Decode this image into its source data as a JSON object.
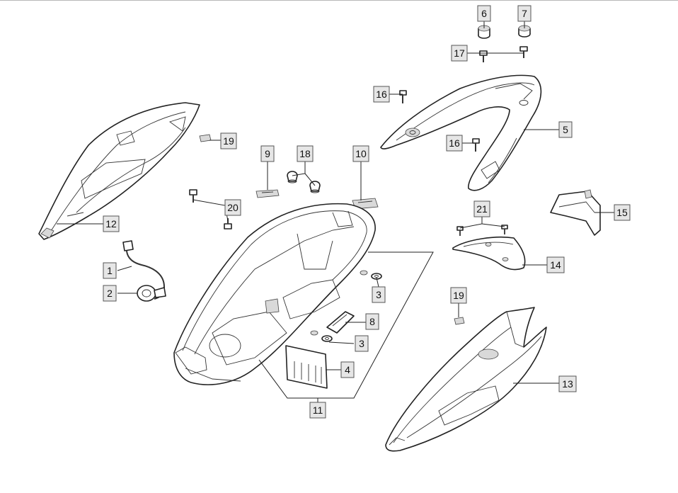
{
  "diagram": {
    "callouts": [
      {
        "id": "c6",
        "label": "6"
      },
      {
        "id": "c7",
        "label": "7"
      },
      {
        "id": "c17",
        "label": "17"
      },
      {
        "id": "c16a",
        "label": "16"
      },
      {
        "id": "c5",
        "label": "5"
      },
      {
        "id": "c16b",
        "label": "16"
      },
      {
        "id": "c19a",
        "label": "19"
      },
      {
        "id": "c9",
        "label": "9"
      },
      {
        "id": "c18",
        "label": "18"
      },
      {
        "id": "c10",
        "label": "10"
      },
      {
        "id": "c20",
        "label": "20"
      },
      {
        "id": "c12",
        "label": "12"
      },
      {
        "id": "c21",
        "label": "21"
      },
      {
        "id": "c15",
        "label": "15"
      },
      {
        "id": "c1",
        "label": "1"
      },
      {
        "id": "c14",
        "label": "14"
      },
      {
        "id": "c2",
        "label": "2"
      },
      {
        "id": "c3a",
        "label": "3"
      },
      {
        "id": "c19b",
        "label": "19"
      },
      {
        "id": "c8",
        "label": "8"
      },
      {
        "id": "c3b",
        "label": "3"
      },
      {
        "id": "c4",
        "label": "4"
      },
      {
        "id": "c13",
        "label": "13"
      },
      {
        "id": "c11",
        "label": "11"
      }
    ]
  }
}
